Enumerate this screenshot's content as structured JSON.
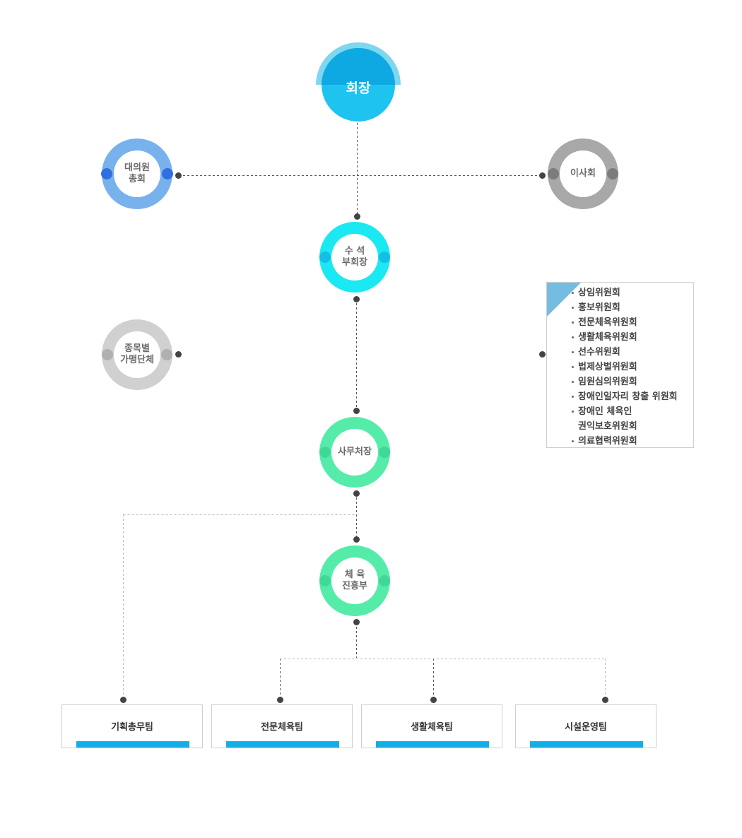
{
  "chart": {
    "top": {
      "label": "회장"
    },
    "nodes": {
      "general_assembly": {
        "lines": [
          "대의원",
          "총회"
        ]
      },
      "board": {
        "lines": [
          "이사회"
        ]
      },
      "senior_vp": {
        "lines": [
          "수 석",
          "부회장"
        ]
      },
      "member_orgs": {
        "lines": [
          "종목별",
          "가맹단체"
        ]
      },
      "secretary_general": {
        "lines": [
          "사무처장"
        ]
      },
      "sports_dept": {
        "lines": [
          "체 육",
          "진흥부"
        ]
      }
    },
    "committees": [
      "상임위원회",
      "홍보위원회",
      "전문체육위원회",
      "생활체육위원회",
      "선수위원회",
      "법제상벌위원회",
      "임원심의위원회",
      "장애인일자리 창출 위원회",
      "장애인 체육인\n권익보호위원회",
      "의료협력위원회"
    ],
    "teams": [
      "기획총무팀",
      "전문체육팀",
      "생활체육팀",
      "시설운영팀"
    ]
  },
  "colors": {
    "president_dark": "#0ea9e2",
    "president_light": "#1fc3ef",
    "assembly_ring": "#78b2ec",
    "assembly_knob": "#2f6fe0",
    "board_ring": "#a8a8a8",
    "board_knob": "#7c7c7c",
    "vp_ring": "#1ae8f2",
    "vp_knob": "#14bfe6",
    "member_ring": "#d0d0d0",
    "member_knob": "#b0b0b0",
    "green_ring": "#55ecaa",
    "green_knob": "#3fd897",
    "team_bar": "#12aee8",
    "committee_corner": "#74bde0"
  }
}
